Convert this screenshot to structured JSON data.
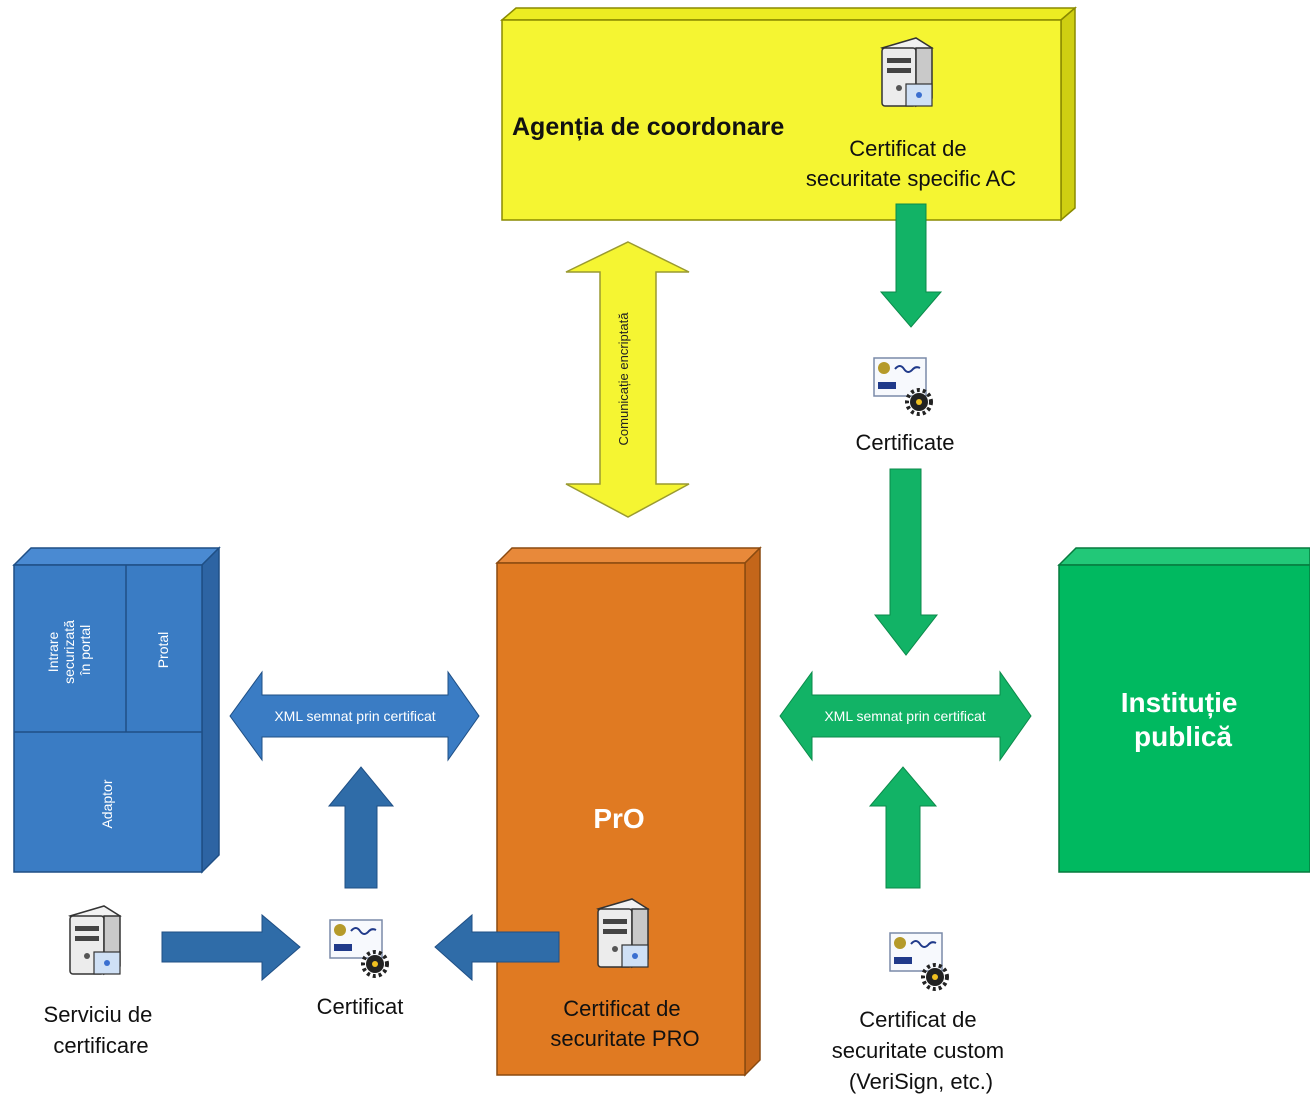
{
  "coordination_agency": {
    "title": "Agenția de coordonare",
    "certificate_label": [
      "Certificat de",
      "securitate specific AC"
    ],
    "icon": "server-icon"
  },
  "encrypted_channel": {
    "label": "Comunicație encriptată",
    "icon": "double-arrow-icon"
  },
  "certificates_node": {
    "label": "Certificate",
    "icon": "certificate-icon"
  },
  "portal_block": {
    "left_label": [
      "Intrare",
      "securizată",
      "în portal"
    ],
    "right_label": "Protal",
    "bottom_label": "Adaptor"
  },
  "pro_block": {
    "title": "PrO",
    "certificate_label": [
      "Certificat de",
      "securitate PRO"
    ],
    "icon": "server-icon"
  },
  "institution_block": {
    "title": [
      "Instituție",
      "publică"
    ]
  },
  "xml_left": {
    "label": "XML semnat prin certificat"
  },
  "xml_right": {
    "label": "XML semnat prin certificat"
  },
  "certification_service": {
    "label": [
      "Serviciu de",
      "certificare"
    ],
    "icon": "server-icon"
  },
  "certificate_node": {
    "label": "Certificat",
    "icon": "certificate-icon"
  },
  "custom_certificate": {
    "label": [
      "Certificat de",
      "securitate custom",
      "(VeriSign, etc.)"
    ],
    "icon": "certificate-icon"
  },
  "colors": {
    "yellow": "#f5f532",
    "orange": "#e07a22",
    "blue": "#3a7cc4",
    "green": "#00b960",
    "arrow_blue": "#2f6ca8",
    "arrow_green": "#12b366"
  }
}
